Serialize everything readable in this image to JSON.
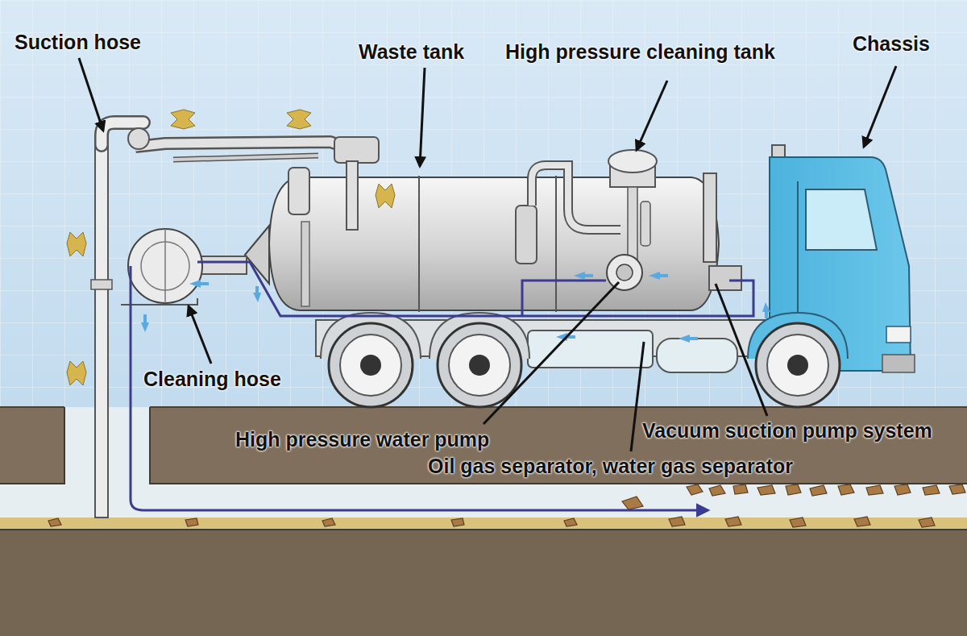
{
  "diagram": {
    "labels": [
      "Suction hose",
      "Waste tank",
      "High pressure cleaning tank",
      "Chassis",
      "Cleaning hose",
      "High pressure water pump",
      "Vacuum suction pump system",
      "Oil gas separator, water gas separator"
    ]
  }
}
